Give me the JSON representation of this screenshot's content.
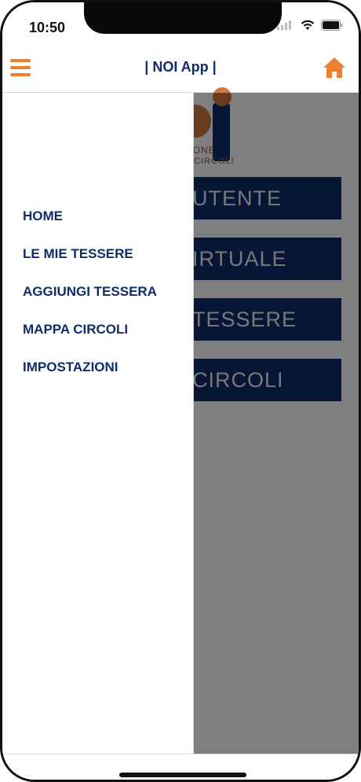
{
  "status_bar": {
    "time": "10:50"
  },
  "nav": {
    "title": "| NOI App |",
    "menu_icon": "hamburger-icon",
    "home_icon": "home-icon",
    "accent_color": "#ee7f2d"
  },
  "background": {
    "logo_lines": [
      "ZIONE",
      "CIRCOLI"
    ],
    "buttons": [
      "UTENTE",
      "IRTUALE",
      "TESSERE",
      "CIRCOLI"
    ],
    "button_color": "#0f2d6b"
  },
  "drawer": {
    "items": [
      "HOME",
      "LE MIE TESSERE",
      "AGGIUNGI TESSERA",
      "MAPPA CIRCOLI",
      "IMPOSTAZIONI"
    ]
  }
}
